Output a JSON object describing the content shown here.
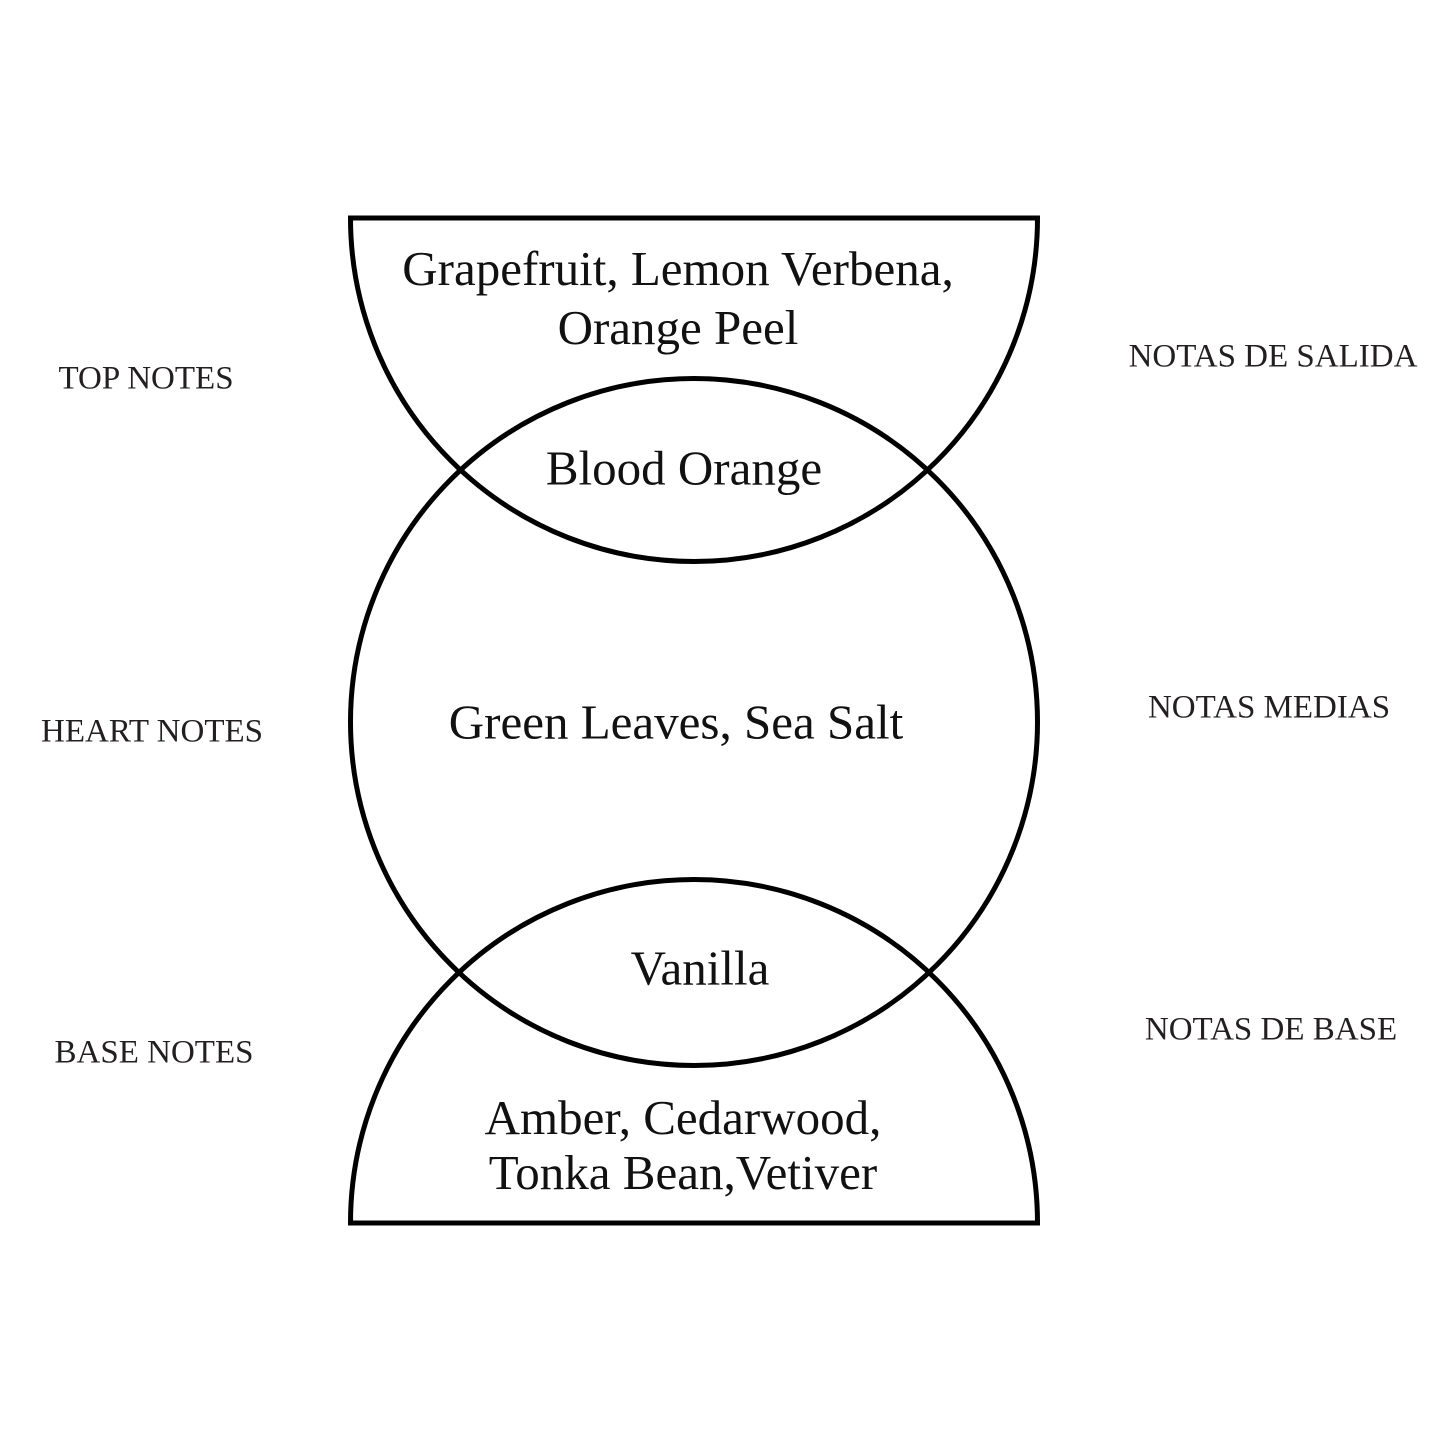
{
  "colors": {
    "background": "#ffffff",
    "shape_stroke": "#000000",
    "note_text": "#111111",
    "label_text": "#231f20"
  },
  "venn": {
    "top_notes_line1": "Grapefruit, Lemon Verbena,",
    "top_notes_line2": "Orange Peel",
    "top_overlap": "Blood Orange",
    "heart_notes": "Green Leaves, Sea Salt",
    "bottom_overlap": "Vanilla",
    "base_notes_line1": "Amber, Cedarwood,",
    "base_notes_line2": "Tonka Bean,Vetiver"
  },
  "labels": {
    "left": {
      "top": "TOP NOTES",
      "heart": "HEART NOTES",
      "base": "BASE NOTES"
    },
    "right": {
      "top": "NOTAS DE SALIDA",
      "heart": "NOTAS MEDIAS",
      "base": "NOTAS DE BASE"
    }
  }
}
